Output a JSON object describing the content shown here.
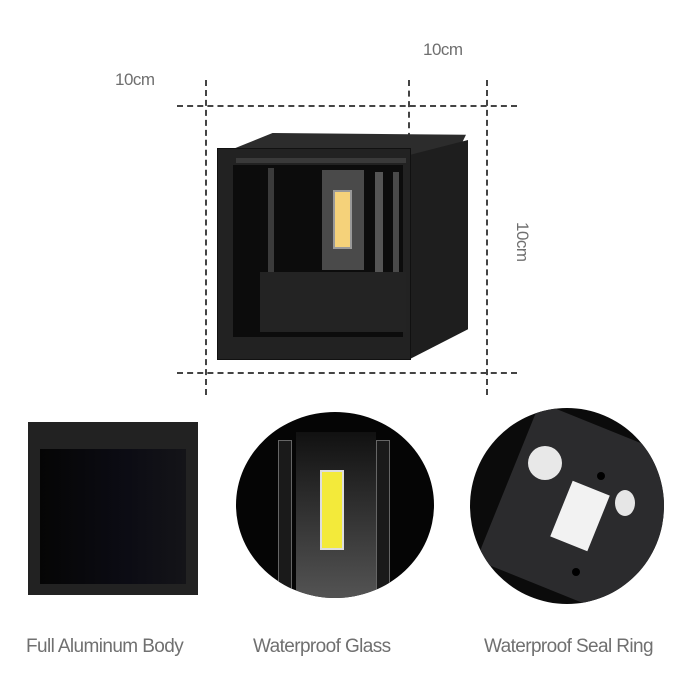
{
  "dimensions": {
    "width_label": "10cm",
    "depth_label": "10cm",
    "height_label": "10cm"
  },
  "colors": {
    "body": "#222222",
    "led": "#f5d27a",
    "label_text": "#707070",
    "dash_line": "#444444"
  },
  "features": [
    {
      "label": "Full Aluminum Body",
      "icon": "housing-closeup"
    },
    {
      "label": "Waterproof Glass",
      "icon": "led-glass-closeup"
    },
    {
      "label": "Waterproof Seal Ring",
      "icon": "back-plate-closeup"
    }
  ]
}
